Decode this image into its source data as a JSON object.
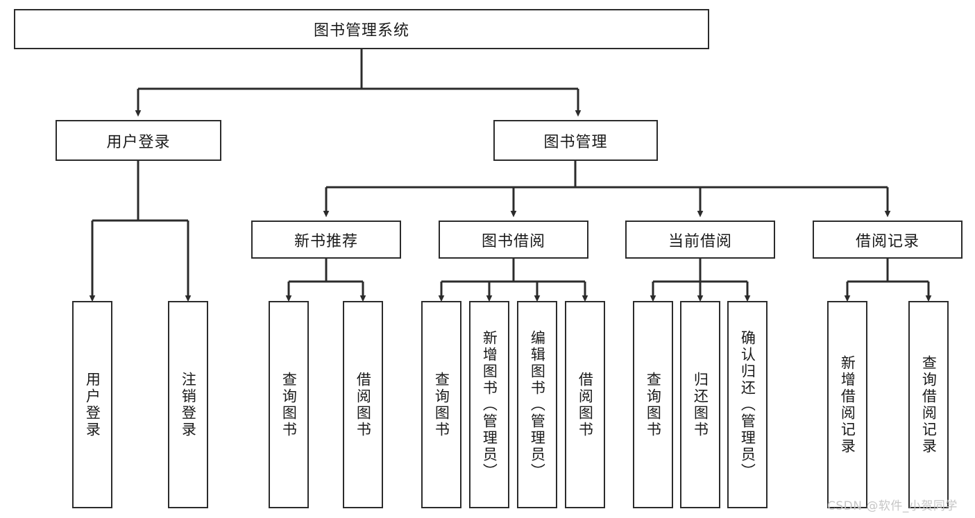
{
  "diagram": {
    "title": "图书管理系统",
    "type": "tree-hierarchy",
    "root": {
      "label": "图书管理系统"
    },
    "level2": [
      {
        "label": "用户登录"
      },
      {
        "label": "图书管理"
      }
    ],
    "level3": [
      {
        "label": "新书推荐"
      },
      {
        "label": "图书借阅"
      },
      {
        "label": "当前借阅"
      },
      {
        "label": "借阅记录"
      }
    ],
    "leaves": {
      "user_login": [
        {
          "label": "用户登录"
        },
        {
          "label": "注销登录"
        }
      ],
      "new_book_recommend": [
        {
          "label": "查询图书"
        },
        {
          "label": "借阅图书"
        }
      ],
      "book_borrow": [
        {
          "label": "查询图书"
        },
        {
          "label": "新增图书（管理员）"
        },
        {
          "label": "编辑图书（管理员）"
        },
        {
          "label": "借阅图书"
        }
      ],
      "current_borrow": [
        {
          "label": "查询图书"
        },
        {
          "label": "归还图书"
        },
        {
          "label": "确认归还（管理员）"
        }
      ],
      "borrow_record": [
        {
          "label": "新增借阅记录"
        },
        {
          "label": "查询借阅记录"
        }
      ]
    }
  },
  "watermark": {
    "text": "CSDN @软件_小贺同学"
  },
  "colors": {
    "box_border": "#2b2b2b",
    "box_fill": "#ffffff",
    "line": "#2b2b2b",
    "text": "#1a1a1a",
    "watermark": "#c6c6c6",
    "background": "#ffffff"
  }
}
